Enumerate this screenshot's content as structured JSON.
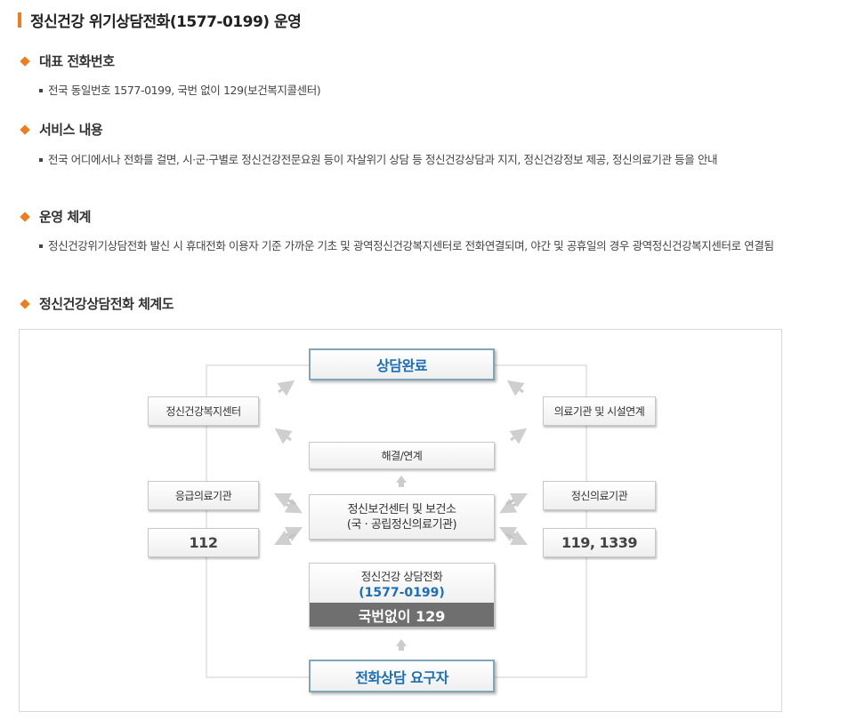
{
  "title": "정신건강 위기상담전화(1577-0199) 운영",
  "sections": [
    {
      "heading": "대표 전화번호",
      "bullet": "전국 동일번호 1577-0199, 국번 없이 129(보건복지콜센터)"
    },
    {
      "heading": "서비스 내용",
      "bullet": "전국 어디에서나 전화를 걸면, 시·군·구별로 정신건강전문요원 등이 자살위기 상담 등 정신건강상담과 지지, 정신건강정보 제공, 정신의료기관 등을 안내"
    },
    {
      "heading": "운영 체계",
      "bullet": "정신건강위기상담전화 발신 시 휴대전화 이용자 기준 가까운 기초 및 광역정신건강복지센터로 전화연결되며, 야간 및 공휴일의 경우 광역정신건강복지센터로 연결됨"
    },
    {
      "heading": "정신건강상담전화 체계도"
    }
  ],
  "diagram": {
    "top": "상담완료",
    "resolve": "해결/연계",
    "left_top": "정신건강복지센터",
    "right_top": "의료기관 및 시설연계",
    "left_mid": "응급의료기관",
    "left_num": "112",
    "right_mid": "정신의료기관",
    "right_num": "119, 1339",
    "center_line1": "정신보건센터 및 보건소",
    "center_line2": "(국 · 공립정신의료기관)",
    "hotline_line1": "정신건강 상담전화",
    "hotline_line2": "(1577-0199)",
    "hotline_line3": "국번없이 129",
    "bottom": "전화상담 요구자"
  },
  "colors": {
    "accent": "#f07c1c",
    "blue": "#1c6fb6",
    "frame": "#7fa6b9",
    "dark": "#6f6f6f"
  }
}
